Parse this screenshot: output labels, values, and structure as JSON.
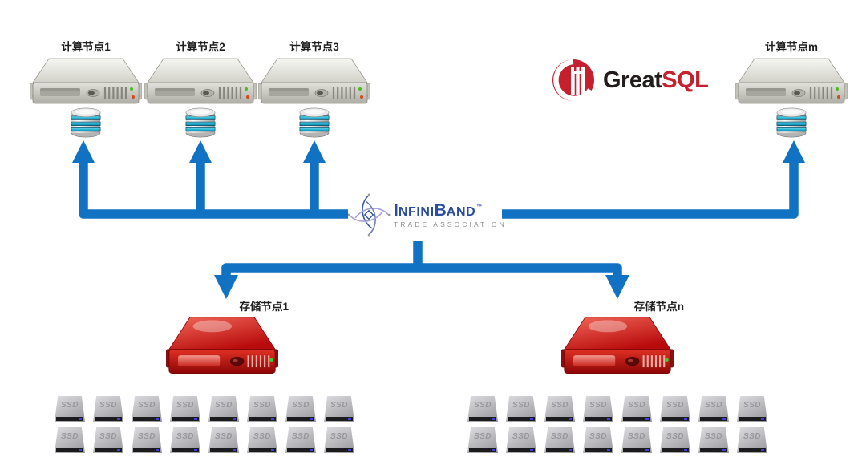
{
  "diagram": {
    "compute_nodes": [
      {
        "label": "计算节点1"
      },
      {
        "label": "计算节点2"
      },
      {
        "label": "计算节点3"
      },
      {
        "label": "计算节点m"
      }
    ],
    "storage_nodes": [
      {
        "label": "存储节点1",
        "disk_rows": 2,
        "disk_cols": 8,
        "disk_count": 16
      },
      {
        "label": "存储节点n",
        "disk_rows": 2,
        "disk_cols": 8,
        "disk_count": 16
      }
    ],
    "disk_type_label": "SSD",
    "interconnect": {
      "name": "InfiniBand Trade Association",
      "word_parts": [
        "I",
        "NFINI",
        "B",
        "AND"
      ],
      "tm": "™",
      "subtitle": "TRADE ASSOCIATION"
    },
    "brand": {
      "name": "GreatSQL",
      "part1": "Great",
      "part2": "SQL"
    }
  },
  "colors": {
    "arrow_blue": "#1172c4",
    "infiniband_blue": "#2b4da0",
    "infiniband_lavender": "#a79fd4",
    "infiniband_gray": "#8e8e8e",
    "greatsql_red": "#c4202e",
    "greatsql_dark": "#221c1c",
    "label_color": "#1f1f1f",
    "storage_red": "#c00c0c",
    "server_gray": "#d6d6d0",
    "ssd_led_blue": "#3d3dd8",
    "db_teal": "#35c4e0"
  }
}
